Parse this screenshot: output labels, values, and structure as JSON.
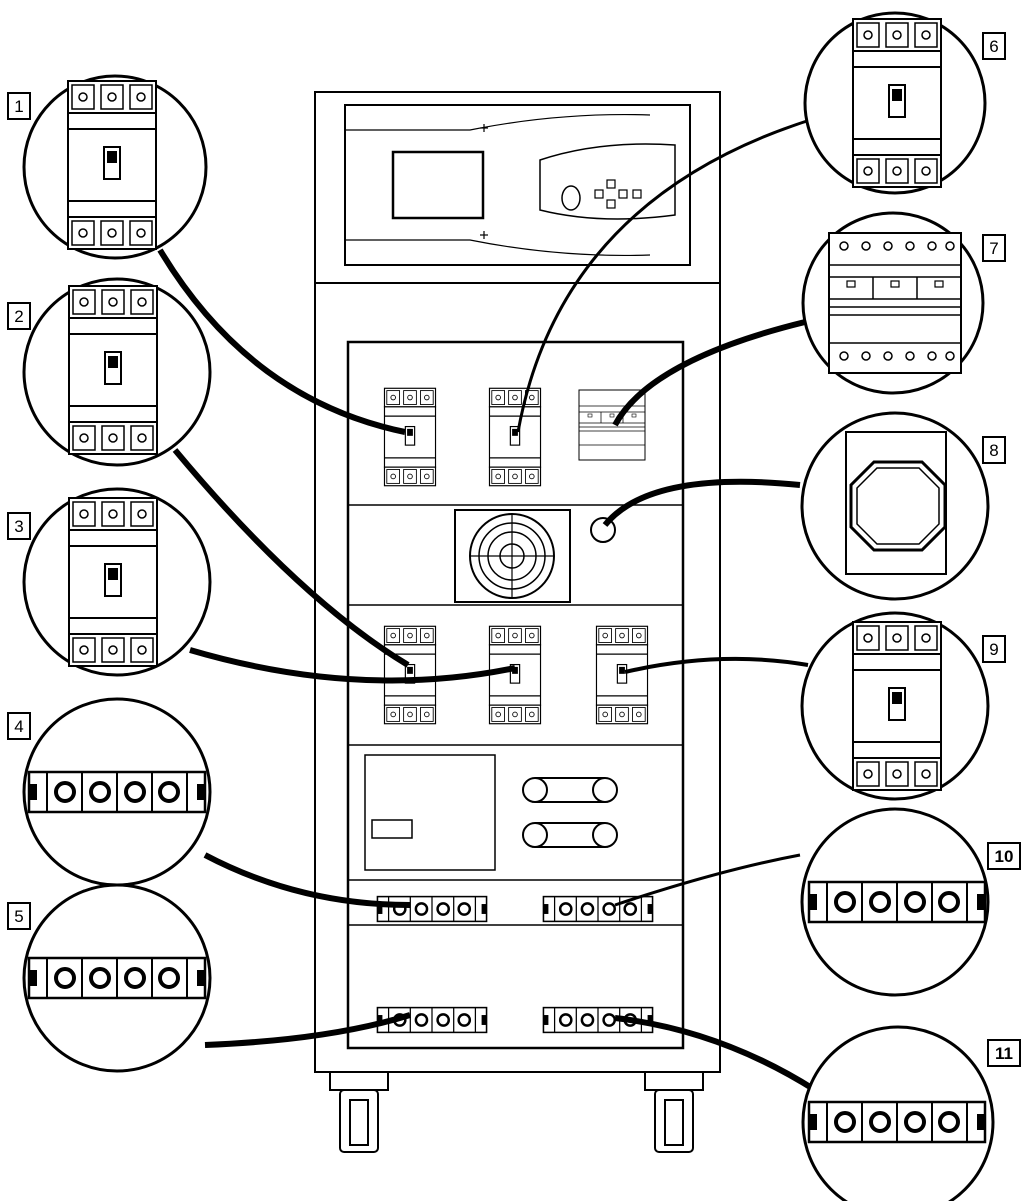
{
  "callouts": [
    {
      "number": "1",
      "component": "breaker-3pole"
    },
    {
      "number": "2",
      "component": "breaker-3pole"
    },
    {
      "number": "3",
      "component": "breaker-3pole"
    },
    {
      "number": "4",
      "component": "terminal-block-4"
    },
    {
      "number": "5",
      "component": "terminal-block-4"
    },
    {
      "number": "6",
      "component": "breaker-3pole"
    },
    {
      "number": "7",
      "component": "fuse-switch-block"
    },
    {
      "number": "8",
      "component": "octagon-switch"
    },
    {
      "number": "9",
      "component": "breaker-3pole"
    },
    {
      "number": "10",
      "component": "terminal-block-4"
    },
    {
      "number": "11",
      "component": "terminal-block-4"
    }
  ]
}
